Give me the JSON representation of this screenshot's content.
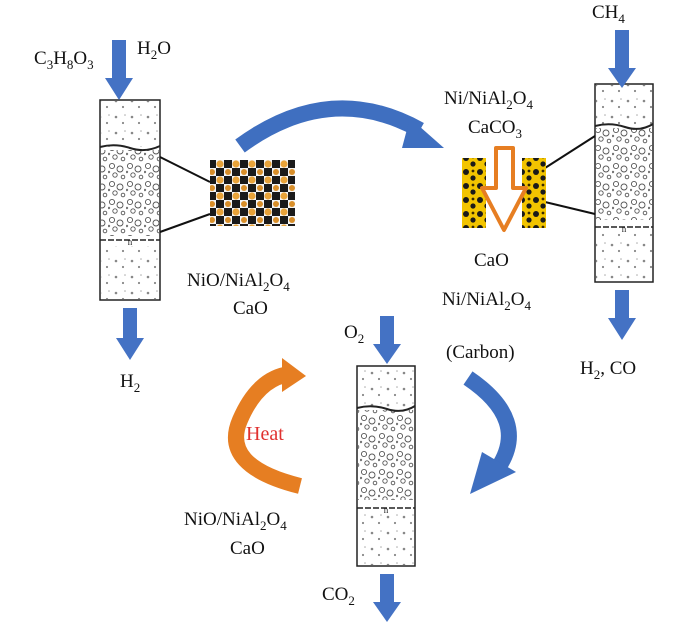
{
  "reactor1": {
    "inlet_fuel": {
      "base": "C",
      "s1": "3",
      "m1": "H",
      "s2": "8",
      "m2": "O",
      "s3": "3"
    },
    "inlet_water": {
      "a": "H",
      "s": "2",
      "b": "O"
    },
    "outlet": {
      "a": "H",
      "s": "2"
    },
    "solid_line1": {
      "a": "NiO/NiAl",
      "s1": "2",
      "b": "O",
      "s2": "4"
    },
    "solid_line2": "CaO"
  },
  "reactor2": {
    "inlet": {
      "a": "CH",
      "s": "4"
    },
    "outlet": {
      "a": "H",
      "s": "2",
      "b": ", CO"
    },
    "label_top1": {
      "a": "Ni/NiAl",
      "s1": "2",
      "b": "O",
      "s2": "4"
    },
    "label_top2": {
      "a": "CaCO",
      "s": "3"
    },
    "label_cao": "CaO",
    "label_ni": {
      "a": "Ni/NiAl",
      "s1": "2",
      "b": "O",
      "s2": "4"
    },
    "label_carbon": "(Carbon)"
  },
  "reactor3": {
    "inlet": {
      "a": "O",
      "s": "2"
    },
    "outlet": {
      "a": "CO",
      "s": "2"
    },
    "solid_line1": {
      "a": "NiO/NiAl",
      "s1": "2",
      "b": "O",
      "s2": "4"
    },
    "solid_line2": "CaO",
    "heat_label": "Heat"
  },
  "colors": {
    "flow_arrow": "#4472c4",
    "cycle_arrow_blue": "#3f6fc0",
    "cycle_arrow_orange": "#e67e22",
    "heat_text": "#e0312f",
    "particle_orange": "#e8a33a",
    "particle_yellow": "#f2c400"
  }
}
